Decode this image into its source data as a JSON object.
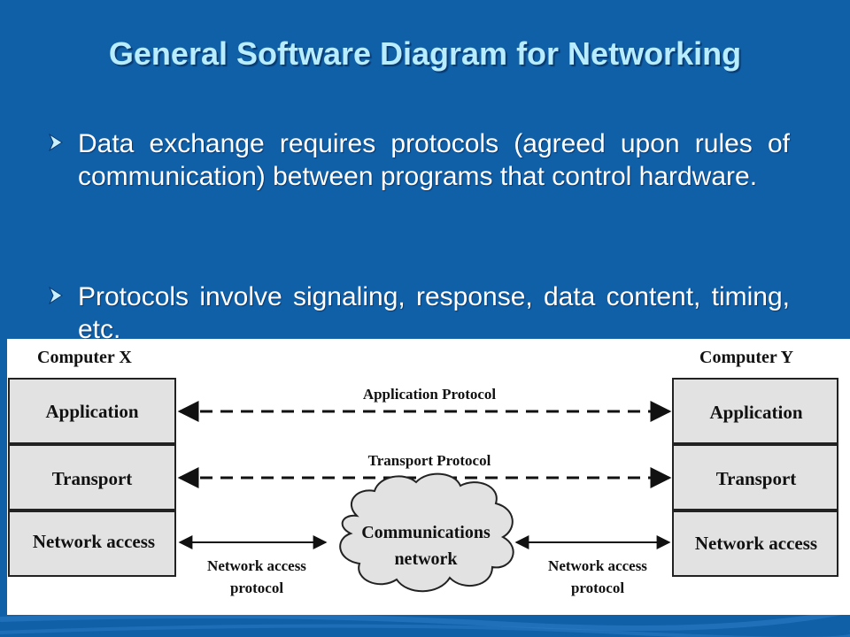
{
  "title": "General Software Diagram for Networking",
  "bullets": [
    "Data exchange requires protocols (agreed upon rules of communication) between programs that control hardware.",
    "Protocols involve signaling, response, data content, timing, etc."
  ],
  "diagram": {
    "left_computer": "Computer X",
    "right_computer": "Computer Y",
    "layers": [
      "Application",
      "Transport",
      "Network access"
    ],
    "protocols": {
      "application": "Application Protocol",
      "transport": "Transport Protocol",
      "network_left_line1": "Network access",
      "network_left_line2": "protocol",
      "network_right_line1": "Network access",
      "network_right_line2": "protocol"
    },
    "cloud_line1": "Communications",
    "cloud_line2": "network"
  },
  "colors": {
    "background": "#1060a8",
    "title": "#b8ecff",
    "bullet_text": "#ffffff",
    "bullet_arrow": "#c8f0ff",
    "layer_box": "#e2e2e2",
    "diagram_background": "#ffffff"
  }
}
